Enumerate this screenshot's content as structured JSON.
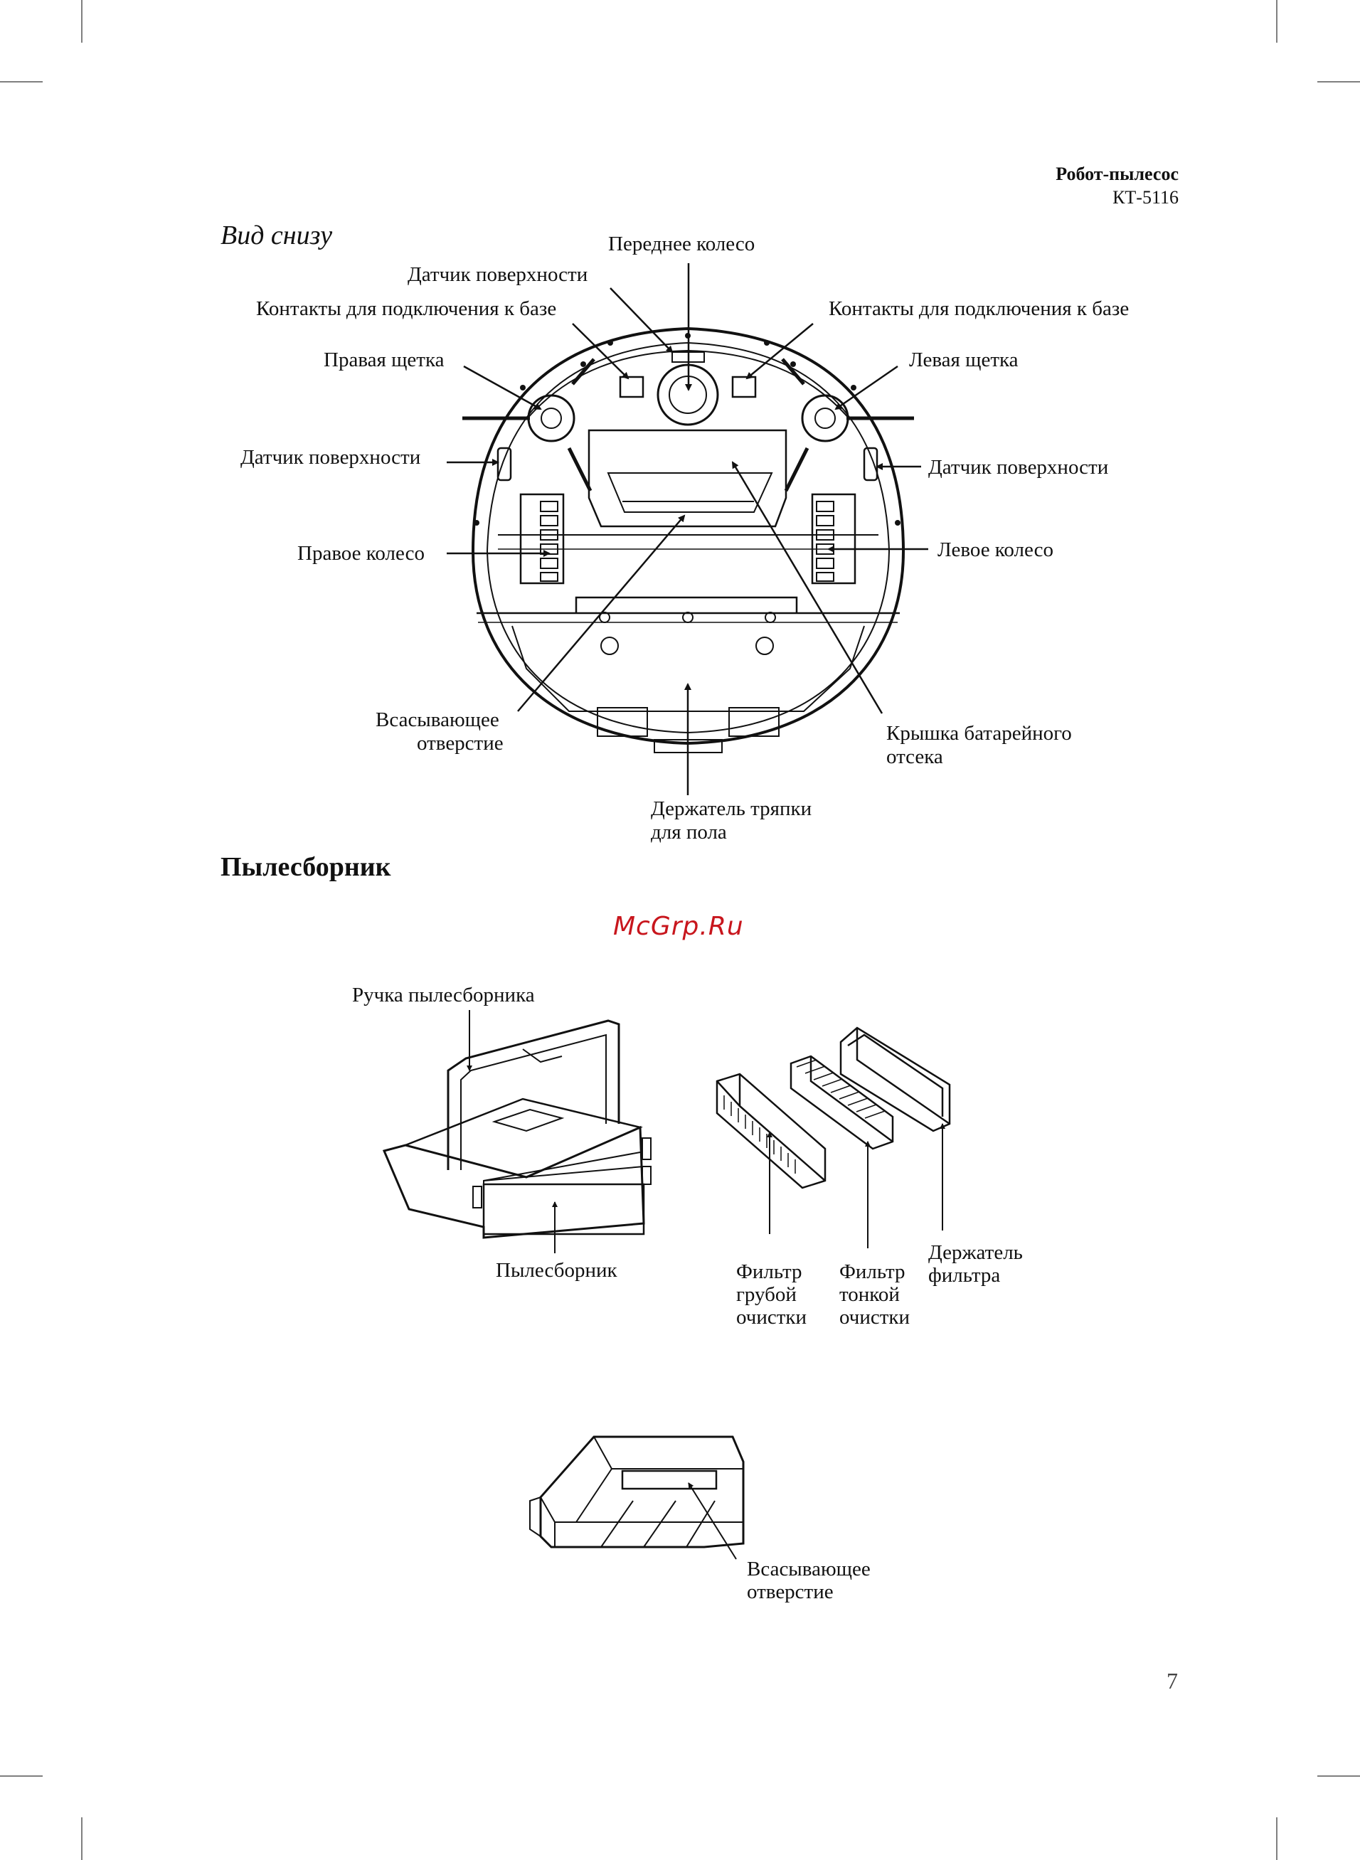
{
  "header": {
    "title": "Робот-пылесос",
    "model": "КТ-5116"
  },
  "bottom_view": {
    "heading": "Вид снизу",
    "labels": {
      "front_wheel": "Переднее колесо",
      "surface_sensor_top": "Датчик поверхности",
      "contacts_left": "Контакты для подключения к базе",
      "contacts_right": "Контакты для подключения к базе",
      "right_brush": "Правая щетка",
      "left_brush": "Левая щетка",
      "surface_sensor_left": "Датчик поверхности",
      "surface_sensor_right": "Датчик поверхности",
      "right_wheel": "Правое колесо",
      "left_wheel": "Левое колесо",
      "suction_line1": "Всасывающее",
      "suction_line2": "отверстие",
      "battery_cover_line1": "Крышка батарейного",
      "battery_cover_line2": "отсека",
      "mop_holder_line1": "Держатель тряпки",
      "mop_holder_line2": "для пола"
    }
  },
  "dust_bin": {
    "heading": "Пылесборник",
    "labels": {
      "handle": "Ручка пылесборника",
      "bin": "Пылесборник",
      "coarse_filter_line1": "Фильтр",
      "coarse_filter_line2": "грубой",
      "coarse_filter_line3": "очистки",
      "fine_filter_line1": "Фильтр",
      "fine_filter_line2": "тонкой",
      "fine_filter_line3": "очистки",
      "filter_holder_line1": "Держатель",
      "filter_holder_line2": "фильтра",
      "suction_line1": "Всасывающее",
      "suction_line2": "отверстие"
    }
  },
  "watermark": "McGrp.Ru",
  "page_number": "7",
  "colors": {
    "ink": "#111111",
    "watermark": "#c8161d"
  }
}
